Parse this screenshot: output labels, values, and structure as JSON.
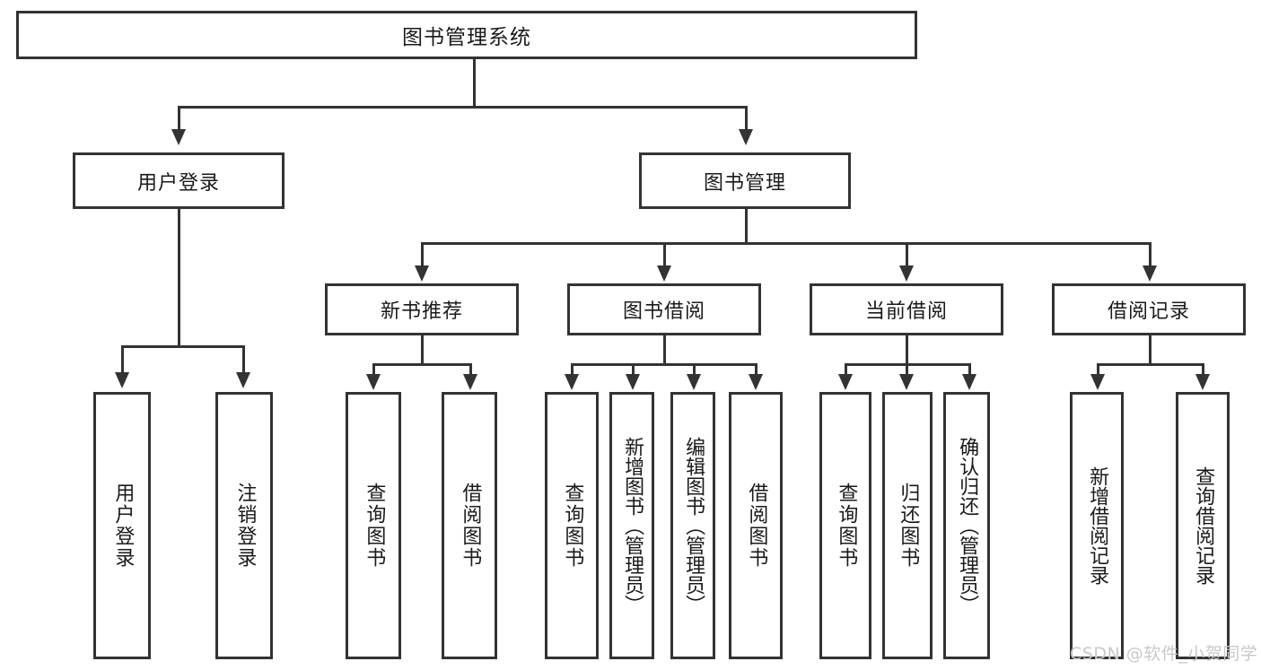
{
  "diagram": {
    "type": "tree-hierarchy",
    "title": "图书管理系统",
    "root": {
      "label": "图书管理系统"
    },
    "level2": [
      {
        "label": "用户登录"
      },
      {
        "label": "图书管理"
      }
    ],
    "level3": [
      {
        "label": "新书推荐"
      },
      {
        "label": "图书借阅"
      },
      {
        "label": "当前借阅"
      },
      {
        "label": "借阅记录"
      }
    ],
    "leaves": {
      "user_login": [
        {
          "label": "用户登录"
        },
        {
          "label": "注销登录"
        }
      ],
      "new_book_recommend": [
        {
          "label": "查询图书"
        },
        {
          "label": "借阅图书"
        }
      ],
      "book_borrow": [
        {
          "label": "查询图书"
        },
        {
          "label": "新增图书（管理员）"
        },
        {
          "label": "编辑图书（管理员）"
        },
        {
          "label": "借阅图书"
        }
      ],
      "current_borrow": [
        {
          "label": "查询图书"
        },
        {
          "label": "归还图书"
        },
        {
          "label": "确认归还（管理员）"
        }
      ],
      "borrow_record": [
        {
          "label": "新增借阅记录"
        },
        {
          "label": "查询借阅记录"
        }
      ]
    }
  },
  "watermark": {
    "text": "CSDN @软件_小贺同学"
  },
  "colors": {
    "stroke": "#333333",
    "fill": "#ffffff",
    "text": "#1a1a1a",
    "watermark": "#c9c9c9"
  }
}
